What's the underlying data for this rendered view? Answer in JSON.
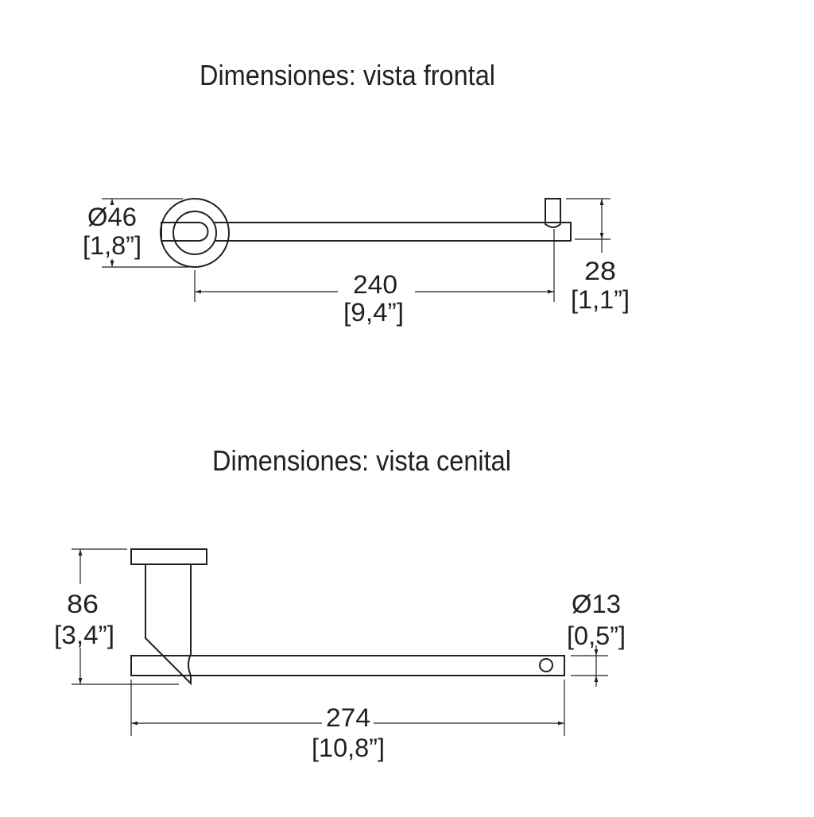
{
  "front_view": {
    "title": "Dimensiones: vista frontal",
    "diameter_label": "Ø46",
    "diameter_inches": "[1,8”]",
    "length_label": "240",
    "length_inches": "[9,4”]",
    "height_label": "28",
    "height_inches": "[1,1”]"
  },
  "top_view": {
    "title": "Dimensiones: vista cenital",
    "depth_label": "86",
    "depth_inches": "[3,4”]",
    "bar_diameter_label": "Ø13",
    "bar_diameter_inches": "[0,5”]",
    "length_label": "274",
    "length_inches": "[10,8”]"
  }
}
